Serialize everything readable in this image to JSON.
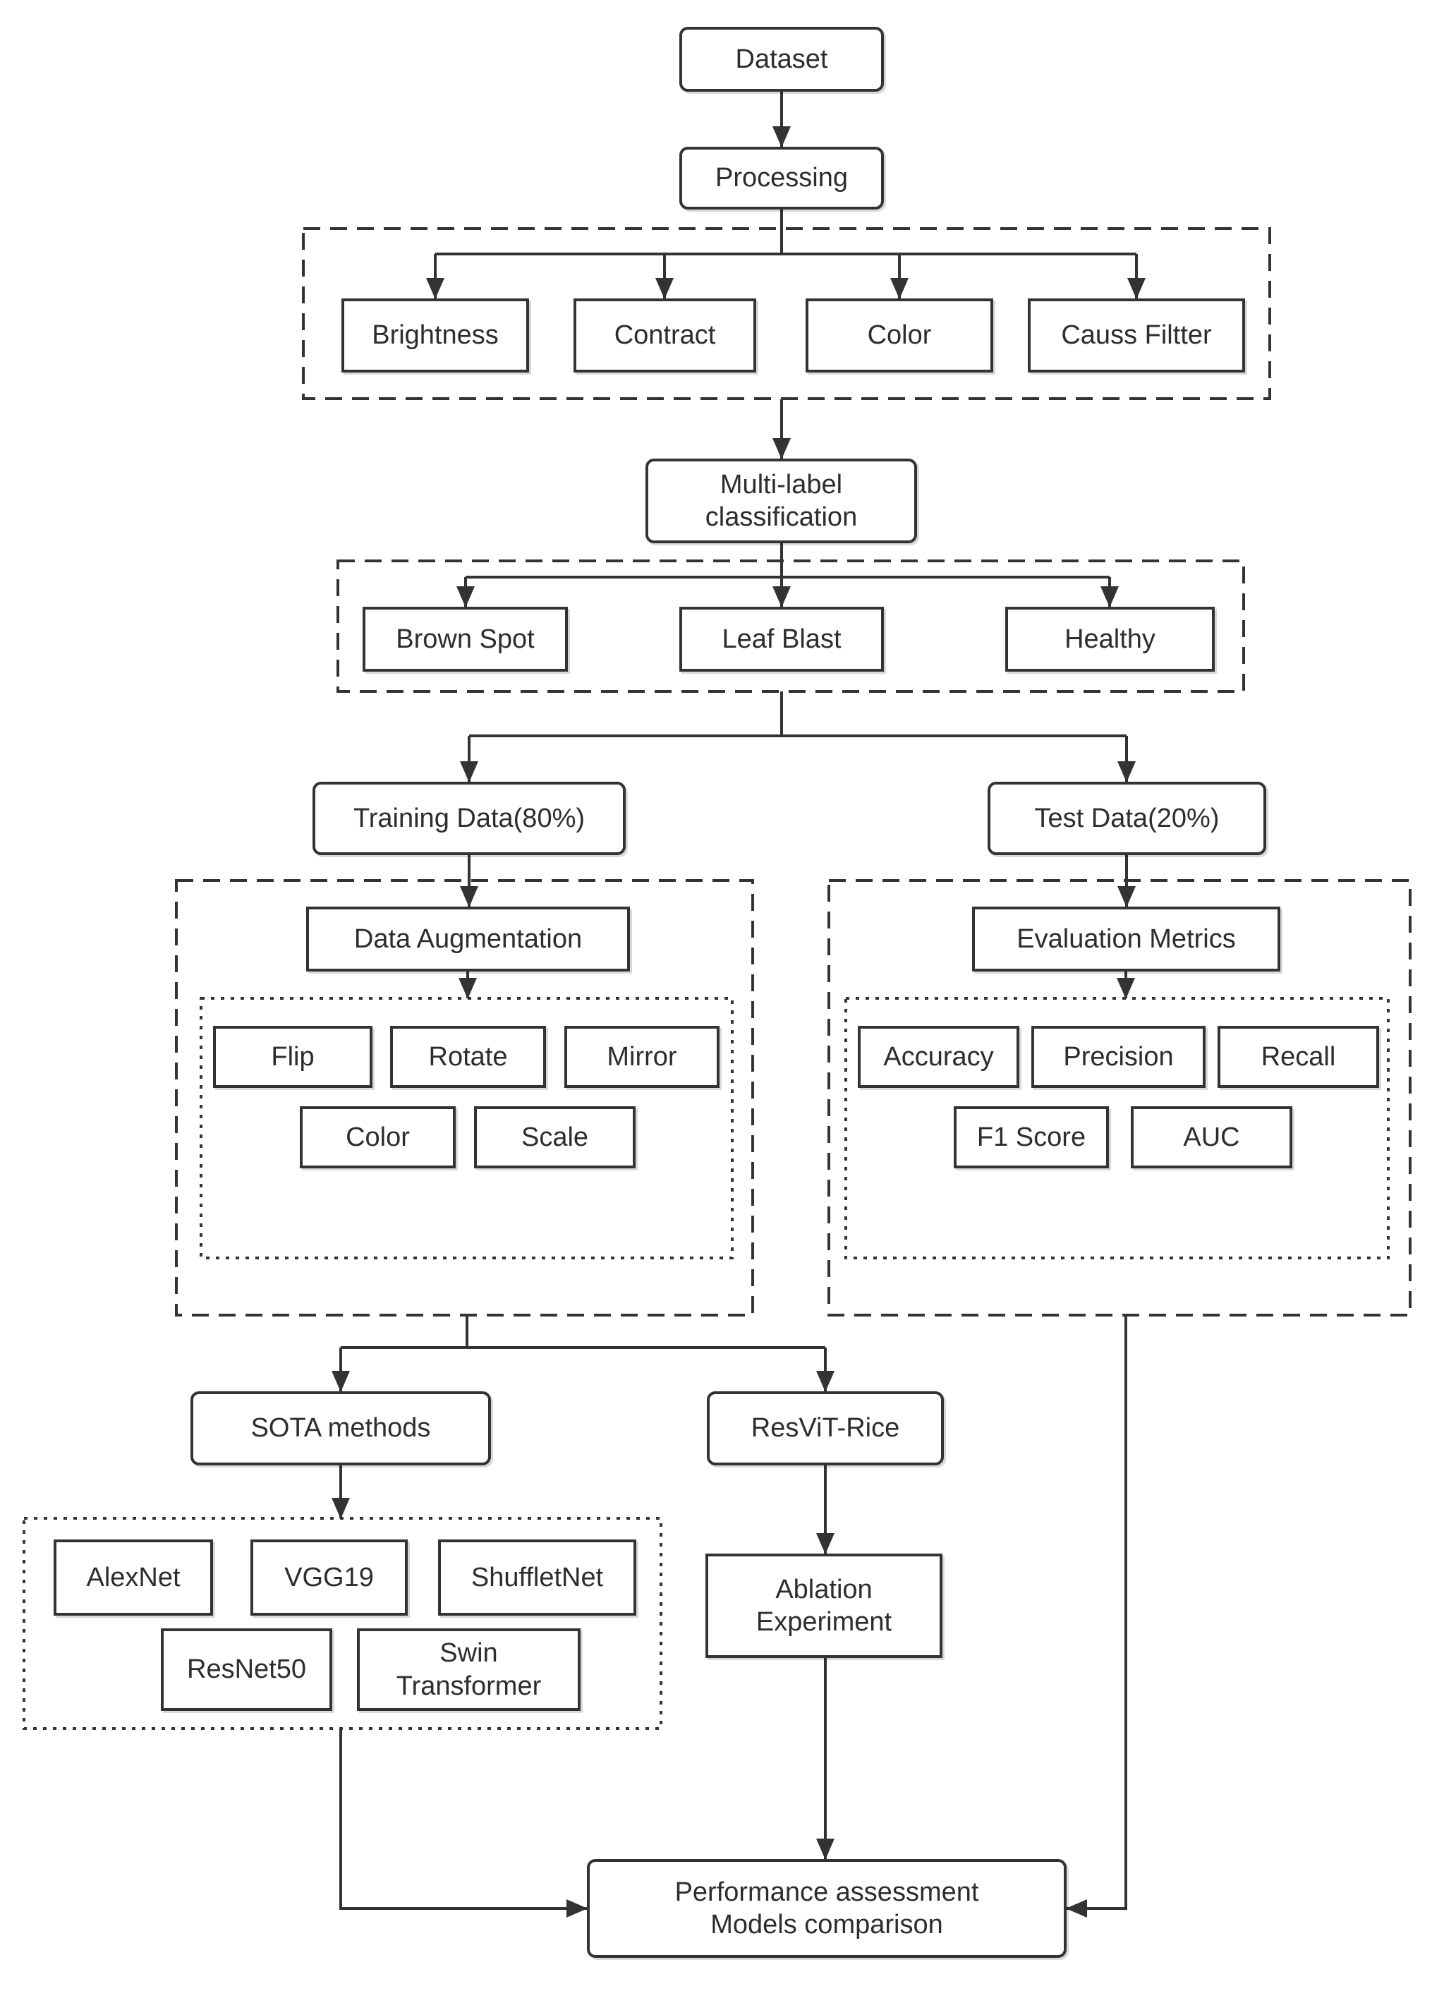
{
  "style": {
    "background": "#ffffff",
    "line_color": "#333333",
    "border_color": "#333333",
    "text_color": "#2d2d2d",
    "node_fill": "#ffffff"
  },
  "nodes": {
    "dataset": {
      "label": "Dataset"
    },
    "processing": {
      "label": "Processing"
    },
    "brightness": {
      "label": "Brightness"
    },
    "contract": {
      "label": "Contract"
    },
    "color_processing": {
      "label": "Color"
    },
    "causs_filtter": {
      "label": "Causs Filtter"
    },
    "multi_label": {
      "label": "Multi-label\nclassification"
    },
    "brown_spot": {
      "label": "Brown Spot"
    },
    "leaf_blast": {
      "label": "Leaf Blast"
    },
    "healthy": {
      "label": "Healthy"
    },
    "training_data": {
      "label": "Training Data(80%)"
    },
    "test_data": {
      "label": "Test Data(20%)"
    },
    "data_augmentation": {
      "label": "Data Augmentation"
    },
    "flip": {
      "label": "Flip"
    },
    "rotate": {
      "label": "Rotate"
    },
    "mirror": {
      "label": "Mirror"
    },
    "color_augmentation": {
      "label": "Color"
    },
    "scale": {
      "label": "Scale"
    },
    "evaluation_metrics": {
      "label": "Evaluation Metrics"
    },
    "accuracy": {
      "label": "Accuracy"
    },
    "precision": {
      "label": "Precision"
    },
    "recall": {
      "label": "Recall"
    },
    "f1_score": {
      "label": "F1 Score"
    },
    "auc": {
      "label": "AUC"
    },
    "sota_methods": {
      "label": "SOTA methods"
    },
    "resvit_rice": {
      "label": "ResViT-Rice"
    },
    "alexnet": {
      "label": "AlexNet"
    },
    "vgg19": {
      "label": "VGG19"
    },
    "shuffletnet": {
      "label": "ShuffletNet"
    },
    "resnet50": {
      "label": "ResNet50"
    },
    "swin_transformer": {
      "label": "Swin\nTransformer"
    },
    "ablation_experiment": {
      "label": "Ablation\nExperiment"
    },
    "performance_assessment": {
      "label": "Performance assessment\nModels comparison"
    }
  }
}
